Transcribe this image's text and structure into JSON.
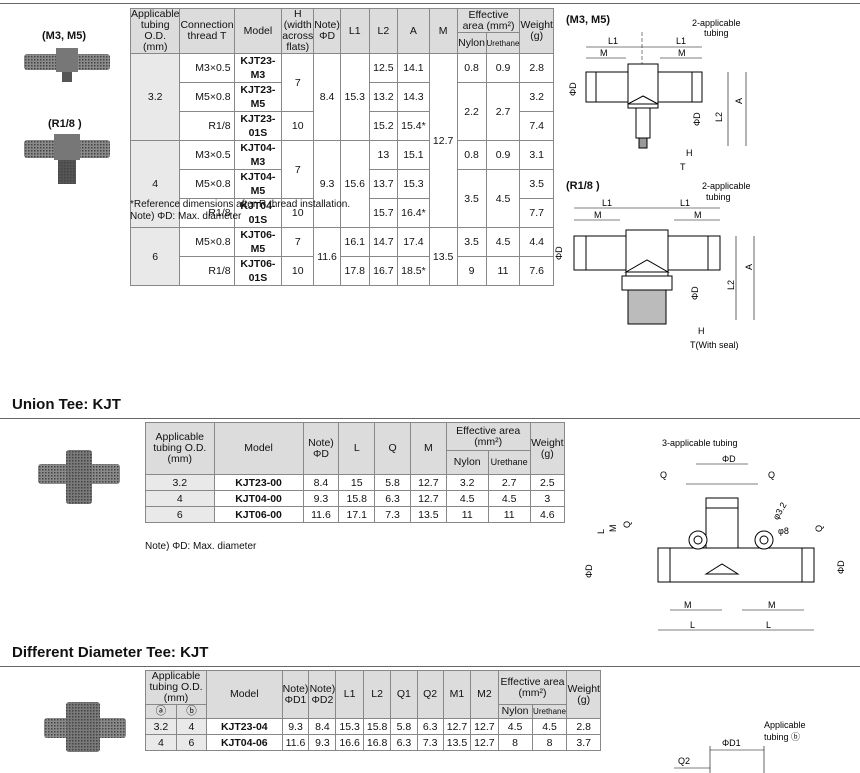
{
  "top": {
    "label_m3m5": "(M3, M5)",
    "label_r18": "(R1/8 )",
    "diagram_label_m3m5": "(M3, M5)",
    "diagram_label_r18": "(R1/8 )",
    "headers": {
      "tubing": "Applicable tubing O.D. (mm)",
      "connection": "Connection thread T",
      "model": "Model",
      "h": "H (width across flats)",
      "phid": "Note) ΦD",
      "l1": "L1",
      "l2": "L2",
      "a": "A",
      "m": "M",
      "effective_area": "Effective area (mm²)",
      "nylon": "Nylon",
      "urethane": "Urethane",
      "weight": "Weight (g)"
    },
    "groups": [
      {
        "tubing": "3.2",
        "phid": "8.4",
        "l1": "15.3",
        "rows": [
          {
            "thread": "M3×0.5",
            "model": "KJT23-M3",
            "h": "7",
            "l2": "12.5",
            "a": "14.1",
            "nylon": "0.8",
            "urethane": "0.9",
            "weight": "2.8"
          },
          {
            "thread": "M5×0.8",
            "model": "KJT23-M5",
            "h": "",
            "l2": "13.2",
            "a": "14.3",
            "nylon": "2.2",
            "urethane": "2.7",
            "weight": "3.2"
          },
          {
            "thread": "R1/8",
            "model": "KJT23-01S",
            "h": "10",
            "l2": "15.2",
            "a": "15.4*",
            "nylon": "",
            "urethane": "",
            "weight": "7.4"
          }
        ]
      },
      {
        "tubing": "4",
        "phid": "9.3",
        "l1": "15.6",
        "rows": [
          {
            "thread": "M3×0.5",
            "model": "KJT04-M3",
            "h": "7",
            "l2": "13",
            "a": "15.1",
            "nylon": "0.8",
            "urethane": "0.9",
            "weight": "3.1"
          },
          {
            "thread": "M5×0.8",
            "model": "KJT04-M5",
            "h": "",
            "l2": "13.7",
            "a": "15.3",
            "nylon": "3.5",
            "urethane": "4.5",
            "weight": "3.5"
          },
          {
            "thread": "R1/8",
            "model": "KJT04-01S",
            "h": "10",
            "l2": "15.7",
            "a": "16.4*",
            "nylon": "",
            "urethane": "",
            "weight": "7.7"
          }
        ]
      },
      {
        "tubing": "6",
        "phid": "11.6",
        "l1": "",
        "rows": [
          {
            "thread": "M5×0.8",
            "model": "KJT06-M5",
            "h": "7",
            "l1": "16.1",
            "l2": "14.7",
            "a": "17.4",
            "nylon": "3.5",
            "urethane": "4.5",
            "weight": "4.4"
          },
          {
            "thread": "R1/8",
            "model": "KJT06-01S",
            "h": "10",
            "l1": "17.8",
            "l2": "16.7",
            "a": "18.5*",
            "nylon": "9",
            "urethane": "11",
            "weight": "7.6"
          }
        ]
      }
    ],
    "m_values": [
      "12.7",
      "13.5"
    ],
    "note1": "*Reference dimensions after R thread installation.",
    "note2": "Note) ΦD: Max. diameter",
    "dim": {
      "l1": "L1",
      "m": "M",
      "phid": "ΦD",
      "a": "A",
      "l2": "L2",
      "h": "H",
      "t": "T",
      "t_seal": "T(With seal)",
      "two_tubing": "2-applicable",
      "tubing": "tubing"
    }
  },
  "union": {
    "title": "Union Tee: KJT",
    "headers": {
      "tubing": "Applicable tubing O.D. (mm)",
      "model": "Model",
      "phid": "Note) ΦD",
      "l": "L",
      "q": "Q",
      "m": "M",
      "effective_area": "Effective area (mm²)",
      "nylon": "Nylon",
      "urethane": "Urethane",
      "weight": "Weight (g)"
    },
    "rows": [
      {
        "tubing": "3.2",
        "model": "KJT23-00",
        "phid": "8.4",
        "l": "15",
        "q": "5.8",
        "m": "12.7",
        "nylon": "3.2",
        "urethane": "2.7",
        "weight": "2.5"
      },
      {
        "tubing": "4",
        "model": "KJT04-00",
        "phid": "9.3",
        "l": "15.8",
        "q": "6.3",
        "m": "12.7",
        "nylon": "4.5",
        "urethane": "4.5",
        "weight": "3"
      },
      {
        "tubing": "6",
        "model": "KJT06-00",
        "phid": "11.6",
        "l": "17.1",
        "q": "7.3",
        "m": "13.5",
        "nylon": "11",
        "urethane": "11",
        "weight": "4.6"
      }
    ],
    "note": "Note) ΦD: Max. diameter",
    "dim": {
      "three_tubing": "3-applicable tubing",
      "phid": "ΦD",
      "q": "Q",
      "l": "L",
      "m": "M",
      "phi32": "φ3.2",
      "phi8": "φ8"
    }
  },
  "diff": {
    "title": "Different Diameter Tee: KJT",
    "headers": {
      "tubing": "Applicable tubing O.D. (mm)",
      "a": "ⓐ",
      "b": "ⓑ",
      "model": "Model",
      "phid1": "Note) ΦD1",
      "phid2": "Note) ΦD2",
      "l1": "L1",
      "l2": "L2",
      "q1": "Q1",
      "q2": "Q2",
      "m1": "M1",
      "m2": "M2",
      "effective_area": "Effective area (mm²)",
      "nylon": "Nylon",
      "urethane": "Urethane",
      "weight": "Weight (g)"
    },
    "rows": [
      {
        "a": "3.2",
        "b": "4",
        "model": "KJT23-04",
        "phid1": "9.3",
        "phid2": "8.4",
        "l1": "15.3",
        "l2": "15.8",
        "q1": "5.8",
        "q2": "6.3",
        "m1": "12.7",
        "m2": "12.7",
        "nylon": "4.5",
        "urethane": "4.5",
        "weight": "2.8"
      },
      {
        "a": "4",
        "b": "6",
        "model": "KJT04-06",
        "phid1": "11.6",
        "phid2": "9.3",
        "l1": "16.6",
        "l2": "16.8",
        "q1": "6.3",
        "q2": "7.3",
        "m1": "13.5",
        "m2": "12.7",
        "nylon": "8",
        "urethane": "8",
        "weight": "3.7"
      }
    ],
    "dim": {
      "applicable": "Applicable",
      "tubing_b": "tubing ⓑ",
      "phid1": "ΦD1",
      "q2": "Q2"
    }
  }
}
